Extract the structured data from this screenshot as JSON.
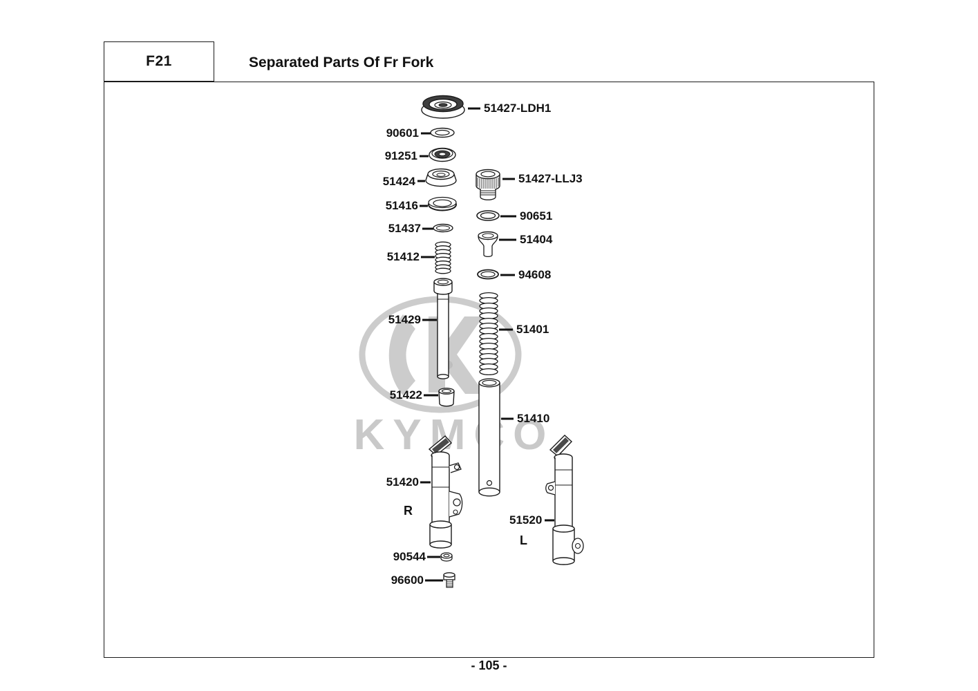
{
  "header": {
    "code": "F21",
    "title": "Separated Parts Of Fr Fork"
  },
  "footer": {
    "page_number": "- 105 -"
  },
  "watermark": {
    "brand": "KYMCO"
  },
  "markers": {
    "right": "R",
    "left": "L"
  },
  "parts": [
    {
      "label": "51427-LDH1"
    },
    {
      "label": "90601"
    },
    {
      "label": "91251"
    },
    {
      "label": "51424"
    },
    {
      "label": "51416"
    },
    {
      "label": "51437"
    },
    {
      "label": "51412"
    },
    {
      "label": "51429"
    },
    {
      "label": "51422"
    },
    {
      "label": "51420"
    },
    {
      "label": "90544"
    },
    {
      "label": "96600"
    },
    {
      "label": "51427-LLJ3"
    },
    {
      "label": "90651"
    },
    {
      "label": "51404"
    },
    {
      "label": "94608"
    },
    {
      "label": "51401"
    },
    {
      "label": "51410"
    },
    {
      "label": "51520"
    }
  ]
}
